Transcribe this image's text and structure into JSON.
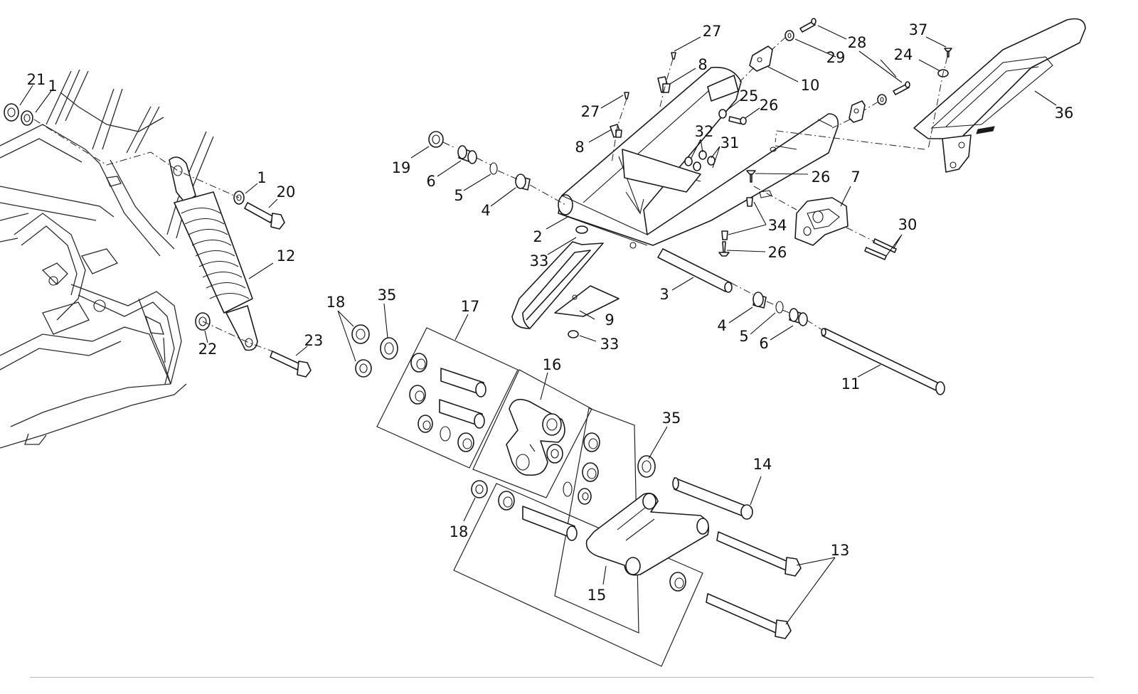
{
  "diagram": {
    "callouts": [
      {
        "id": "c21",
        "label": "21"
      },
      {
        "id": "c1a",
        "label": "1"
      },
      {
        "id": "c1b",
        "label": "1"
      },
      {
        "id": "c20",
        "label": "20"
      },
      {
        "id": "c12",
        "label": "12"
      },
      {
        "id": "c22",
        "label": "22"
      },
      {
        "id": "c23",
        "label": "23"
      },
      {
        "id": "c18a",
        "label": "18"
      },
      {
        "id": "c35a",
        "label": "35"
      },
      {
        "id": "c17",
        "label": "17"
      },
      {
        "id": "c16",
        "label": "16"
      },
      {
        "id": "c19",
        "label": "19"
      },
      {
        "id": "c6a",
        "label": "6"
      },
      {
        "id": "c5a",
        "label": "5"
      },
      {
        "id": "c4a",
        "label": "4"
      },
      {
        "id": "c2",
        "label": "2"
      },
      {
        "id": "c33a",
        "label": "33"
      },
      {
        "id": "c9",
        "label": "9"
      },
      {
        "id": "c33b",
        "label": "33"
      },
      {
        "id": "c3",
        "label": "3"
      },
      {
        "id": "c4b",
        "label": "4"
      },
      {
        "id": "c5b",
        "label": "5"
      },
      {
        "id": "c6b",
        "label": "6"
      },
      {
        "id": "c11",
        "label": "11"
      },
      {
        "id": "c27a",
        "label": "27"
      },
      {
        "id": "c8a",
        "label": "8"
      },
      {
        "id": "c27b",
        "label": "27"
      },
      {
        "id": "c8b",
        "label": "8"
      },
      {
        "id": "c28",
        "label": "28"
      },
      {
        "id": "c29",
        "label": "29"
      },
      {
        "id": "c10",
        "label": "10"
      },
      {
        "id": "c25",
        "label": "25"
      },
      {
        "id": "c26a",
        "label": "26"
      },
      {
        "id": "c32",
        "label": "32"
      },
      {
        "id": "c31",
        "label": "31"
      },
      {
        "id": "c26b",
        "label": "26"
      },
      {
        "id": "c7",
        "label": "7"
      },
      {
        "id": "c34",
        "label": "34"
      },
      {
        "id": "c26c",
        "label": "26"
      },
      {
        "id": "c30",
        "label": "30"
      },
      {
        "id": "c37",
        "label": "37"
      },
      {
        "id": "c24",
        "label": "24"
      },
      {
        "id": "c36",
        "label": "36"
      },
      {
        "id": "c35b",
        "label": "35"
      },
      {
        "id": "c14",
        "label": "14"
      },
      {
        "id": "c18b",
        "label": "18"
      },
      {
        "id": "c15",
        "label": "15"
      },
      {
        "id": "c13",
        "label": "13"
      }
    ]
  }
}
